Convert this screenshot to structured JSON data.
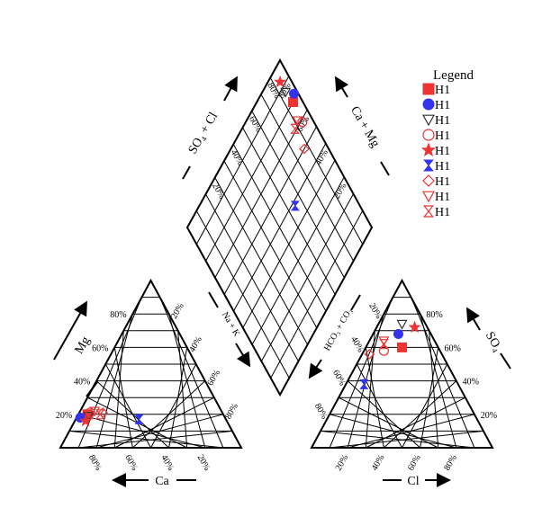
{
  "chart_data": {
    "type": "piper",
    "legend": {
      "title": "Legend",
      "entries": [
        {
          "name": "H1",
          "marker": "square",
          "color": "#ee3333"
        },
        {
          "name": "H1",
          "marker": "circle",
          "color": "#3333ee"
        },
        {
          "name": "H1",
          "marker": "triangle-down-open",
          "color": "#333333"
        },
        {
          "name": "H1",
          "marker": "circle-open",
          "color": "#ee3333"
        },
        {
          "name": "H1",
          "marker": "star",
          "color": "#ee3333"
        },
        {
          "name": "H1",
          "marker": "hourglass",
          "color": "#3333ee"
        },
        {
          "name": "H1",
          "marker": "diamond-open",
          "color": "#ee3333"
        },
        {
          "name": "H1",
          "marker": "triangle-down-open",
          "color": "#ee3333"
        },
        {
          "name": "H1",
          "marker": "hourglass-open",
          "color": "#ee3333"
        }
      ]
    },
    "tick_labels": [
      "20%",
      "40%",
      "60%",
      "80%"
    ],
    "axes": {
      "cation": {
        "mg": "Mg",
        "ca": "Ca",
        "nak": "Na + K"
      },
      "anion": {
        "so4": "SO₄",
        "cl": "Cl",
        "hco3": "HCO₃ + CO₃"
      },
      "diamond": {
        "so4cl": "SO₄ + Cl",
        "camg": "Ca + Mg"
      }
    },
    "samples": [
      {
        "marker": 0,
        "ca": 75,
        "mg": 20,
        "so4": 60,
        "cl": 20
      },
      {
        "marker": 1,
        "ca": 80,
        "mg": 18,
        "so4": 68,
        "cl": 14
      },
      {
        "marker": 2,
        "ca": 75,
        "mg": 19,
        "so4": 74,
        "cl": 13
      },
      {
        "marker": 3,
        "ca": 73,
        "mg": 21,
        "so4": 58,
        "cl": 11
      },
      {
        "marker": 4,
        "ca": 78,
        "mg": 16,
        "so4": 72,
        "cl": 21
      },
      {
        "marker": 5,
        "ca": 48,
        "mg": 17,
        "so4": 38,
        "cl": 10
      },
      {
        "marker": 6,
        "ca": 66,
        "mg": 21,
        "so4": 56,
        "cl": 4
      },
      {
        "marker": 7,
        "ca": 70,
        "mg": 22,
        "so4": 64,
        "cl": 8
      },
      {
        "marker": 8,
        "ca": 68,
        "mg": 20,
        "so4": 62,
        "cl": 9
      }
    ]
  }
}
